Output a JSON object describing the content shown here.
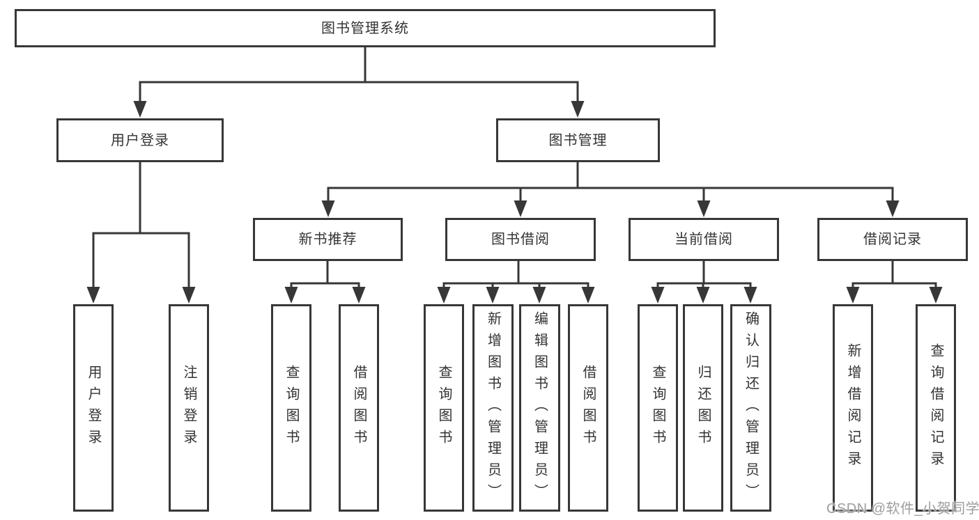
{
  "tree": {
    "label": "图书管理系统",
    "children": [
      {
        "label": "用户登录",
        "children": [
          {
            "label": "用户登录"
          },
          {
            "label": "注销登录"
          }
        ]
      },
      {
        "label": "图书管理",
        "children": [
          {
            "label": "新书推荐",
            "children": [
              {
                "label": "查询图书"
              },
              {
                "label": "借阅图书"
              }
            ]
          },
          {
            "label": "图书借阅",
            "children": [
              {
                "label": "查询图书"
              },
              {
                "label": "新增图书（管理员）"
              },
              {
                "label": "编辑图书（管理员）"
              },
              {
                "label": "借阅图书"
              }
            ]
          },
          {
            "label": "当前借阅",
            "children": [
              {
                "label": "查询图书"
              },
              {
                "label": "归还图书"
              },
              {
                "label": "确认归还（管理员）"
              }
            ]
          },
          {
            "label": "借阅记录",
            "children": [
              {
                "label": "新增借阅记录"
              },
              {
                "label": "查询借阅记录"
              }
            ]
          }
        ]
      }
    ]
  },
  "watermark": {
    "text": "CSDN @软件_小贺同学"
  },
  "colors": {
    "line": "#373737",
    "box_border": "#373737",
    "text": "#333333",
    "watermark": "#9d9d9d",
    "background": "#ffffff"
  }
}
